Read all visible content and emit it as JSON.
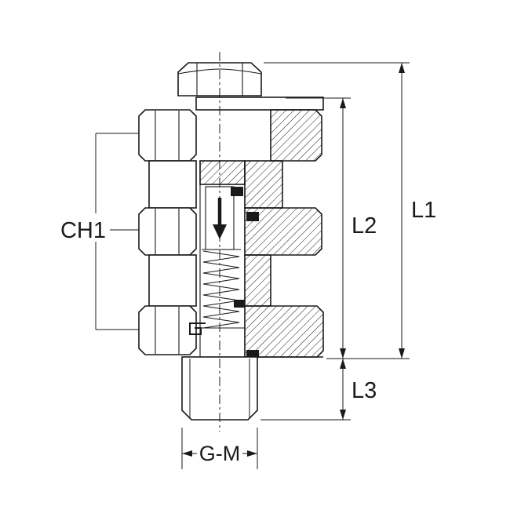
{
  "diagram": {
    "type": "technical-section-drawing",
    "description": "Cross-section drawing of a bulkhead check valve fitting with hex nuts, internal spring, flow arrow and dimension callouts",
    "labels": {
      "ch1": "CH1",
      "l1": "L1",
      "l2": "L2",
      "l3": "L3",
      "gm": "G-M"
    },
    "icons": {
      "flow_arrow": "down-arrow"
    },
    "colors": {
      "line": "#1a1a1a",
      "background": "#ffffff",
      "seal_fill": "#1a1a1a"
    }
  }
}
